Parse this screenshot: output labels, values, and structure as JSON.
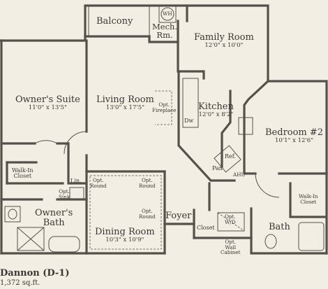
{
  "rooms": {
    "balcony": {
      "name": "Balcony"
    },
    "wh": {
      "name": "WH"
    },
    "mech": {
      "name_line1": "Mech.",
      "name_line2": "Rm."
    },
    "family": {
      "name": "Family Room",
      "dims": "12'0\" x 10'0\""
    },
    "owners_suite": {
      "name": "Owner's Suite",
      "dims": "11'0\" x 13'5\""
    },
    "living": {
      "name": "Living Room",
      "dims": "13'0\" x 17'5\""
    },
    "fireplace": {
      "line1": "Opt.",
      "line2": "Fireplace"
    },
    "kitchen": {
      "name": "Kitchen",
      "dims": "12'0\" x 8'2\""
    },
    "dw": {
      "name": "Dw"
    },
    "ref": {
      "name": "Ref."
    },
    "pan": {
      "name": "Pan"
    },
    "ahu": {
      "name": "AHU"
    },
    "bedroom2": {
      "name": "Bedroom #2",
      "dims": "10'1\" x 12'6\""
    },
    "walkin1": {
      "line1": "Walk-In",
      "line2": "Closet"
    },
    "lin": {
      "name": "Lin."
    },
    "opt_sink": {
      "line1": "Opt.",
      "line2": "Sink"
    },
    "owners_bath": {
      "line1": "Owner's",
      "line2": "Bath"
    },
    "round_tl": {
      "line1": "Opt.",
      "line2": "Round"
    },
    "round_tr": {
      "line1": "Opt.",
      "line2": "Round"
    },
    "round_br": {
      "line1": "Opt.",
      "line2": "Round"
    },
    "dining": {
      "name": "Dining Room",
      "dims": "10'3\" x 10'9\""
    },
    "foyer": {
      "name": "Foyer"
    },
    "closet": {
      "name": "Closet"
    },
    "wd": {
      "line1": "Opt.",
      "line2": "W/D"
    },
    "wall_cab": {
      "line1": "Opt.",
      "line2": "Wall",
      "line3": "Cabinet"
    },
    "bath": {
      "name": "Bath"
    },
    "walkin2": {
      "line1": "Walk-In",
      "line2": "Closet"
    }
  },
  "caption": {
    "title": "Dannon (D-1)",
    "area": "1,372 sq.ft."
  }
}
